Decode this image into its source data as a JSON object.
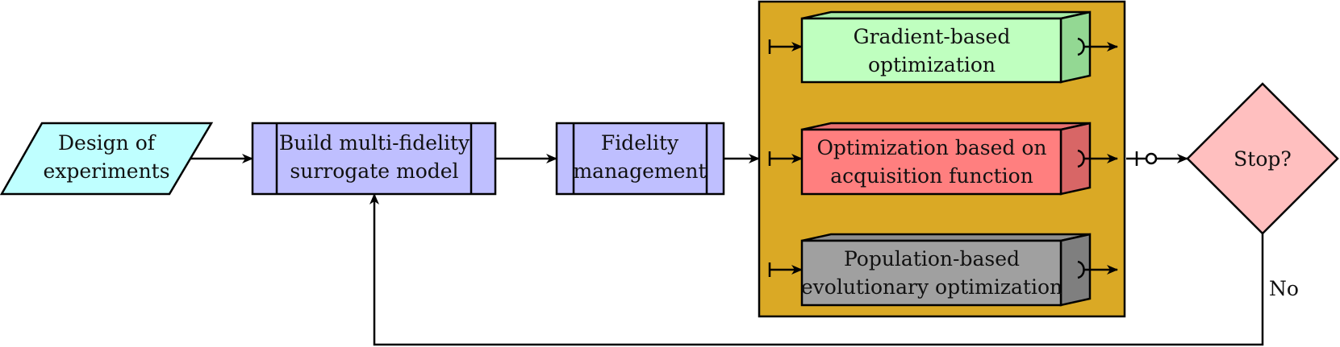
{
  "nodes": {
    "doe": {
      "line1": "Design of",
      "line2": "experiments"
    },
    "surrogate": {
      "line1": "Build multi-fidelity",
      "line2": "surrogate model"
    },
    "fidelity": {
      "line1": "Fidelity",
      "line2": "management"
    },
    "gradient": {
      "line1": "Gradient-based",
      "line2": "optimization"
    },
    "acquisition": {
      "line1": "Optimization based on",
      "line2": "acquisition function"
    },
    "population": {
      "line1": "Population-based",
      "line2": "evolutionary optimization"
    },
    "stop": {
      "label": "Stop?"
    }
  },
  "edges": {
    "no_label": "No"
  },
  "colors": {
    "doe_fill": "#bfffff",
    "process_fill": "#bfbfff",
    "container_fill": "#daa925",
    "gradient_front": "#bfffbf",
    "gradient_top": "#a6eba6",
    "gradient_side": "#93d893",
    "acquisition_front": "#ff7f7f",
    "acquisition_top": "#e97070",
    "acquisition_side": "#d86666",
    "population_front": "#a0a0a0",
    "population_top": "#8e8e8e",
    "population_side": "#7f7f7f",
    "stop_fill": "#ffbfbf",
    "stroke": "#000000"
  }
}
